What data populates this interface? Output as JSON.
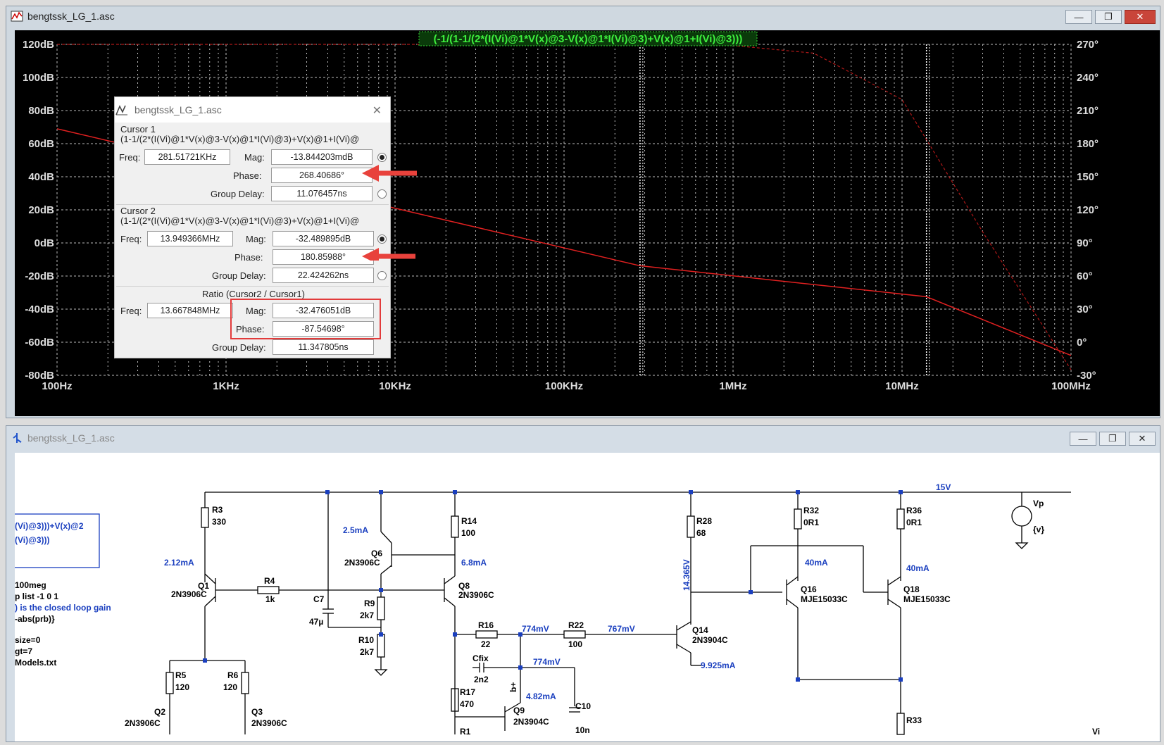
{
  "plot_window": {
    "title": "bengtssk_LG_1.asc",
    "expression": "(-1/(1-1/(2*(I(Vi)@1*V(x)@3-V(x)@1*I(Vi)@3)+V(x)@1+I(Vi)@3)))",
    "buttons": {
      "minimize": "—",
      "restore": "❐",
      "close": "✕"
    }
  },
  "chart_data": {
    "type": "line",
    "xscale": "log",
    "x_ticks": [
      "100Hz",
      "1KHz",
      "10KHz",
      "100KHz",
      "1MHz",
      "10MHz",
      "100MHz"
    ],
    "y_left_ticks": [
      "120dB",
      "100dB",
      "80dB",
      "60dB",
      "40dB",
      "20dB",
      "0dB",
      "-20dB",
      "-40dB",
      "-60dB",
      "-80dB"
    ],
    "y_right_ticks": [
      "270°",
      "240°",
      "210°",
      "180°",
      "150°",
      "120°",
      "90°",
      "60°",
      "30°",
      "0°",
      "-30°"
    ],
    "ylim_left": [
      -80,
      120
    ],
    "ylim_right": [
      -30,
      270
    ],
    "grid": true,
    "series": [
      {
        "kind": "magnitude",
        "color": "#e02020",
        "x": [
          100,
          281517,
          13949366,
          100000000
        ],
        "y": [
          69,
          -13.8,
          -32.5,
          -68
        ]
      },
      {
        "kind": "phase",
        "color": "#c02020",
        "x": [
          100,
          100000,
          1000000,
          3000000,
          10000000,
          30000000,
          100000000
        ],
        "y": [
          270,
          270,
          269,
          262,
          220,
          100,
          -25
        ]
      }
    ],
    "cursor_x": [
      281517,
      13949366
    ]
  },
  "dialog": {
    "title": "bengtssk_LG_1.asc",
    "close": "✕",
    "cursor1": {
      "header": "Cursor 1",
      "expr": "(1-1/(2*(I(Vi)@1*V(x)@3-V(x)@1*I(Vi)@3)+V(x)@1+I(Vi)@",
      "freq_label": "Freq:",
      "freq": "281.51721KHz",
      "mag_label": "Mag:",
      "mag": "-13.844203mdB",
      "phase_label": "Phase:",
      "phase": "268.40686°",
      "gd_label": "Group Delay:",
      "gd": "11.076457ns"
    },
    "cursor2": {
      "header": "Cursor 2",
      "expr": "(1-1/(2*(I(Vi)@1*V(x)@3-V(x)@1*I(Vi)@3)+V(x)@1+I(Vi)@",
      "freq_label": "Freq:",
      "freq": "13.949366MHz",
      "mag_label": "Mag:",
      "mag": "-32.489895dB",
      "phase_label": "Phase:",
      "phase": "180.85988°",
      "gd_label": "Group Delay:",
      "gd": "22.424262ns"
    },
    "ratio": {
      "header": "Ratio (Cursor2 / Cursor1)",
      "freq_label": "Freq:",
      "freq": "13.667848MHz",
      "mag_label": "Mag:",
      "mag": "-32.476051dB",
      "phase_label": "Phase:",
      "phase": "-87.54698°",
      "gd_label": "Group Delay:",
      "gd": "11.347805ns"
    }
  },
  "schematic_window": {
    "title": "bengtssk_LG_1.asc",
    "buttons": {
      "minimize": "—",
      "restore": "❐",
      "close": "✕"
    },
    "box_text": [
      "(Vi)@3)))+V(x)@2",
      "(Vi)@3)))"
    ],
    "directives": [
      "100meg",
      "p list -1 0 1",
      ") is the closed loop gain",
      "-abs(prb)}",
      "size=0",
      "gt=7",
      " Models.txt"
    ],
    "labels": {
      "r3": "R3",
      "r3v": "330",
      "r14": "R14",
      "r14v": "100",
      "r28": "R28",
      "r28v": "68",
      "r32": "R32",
      "r32v": "0R1",
      "r36": "R36",
      "r36v": "0R1",
      "vp": "Vp",
      "vpv": "{v}",
      "v15": "15V",
      "q1": "Q1",
      "q1m": "2N3906C",
      "q6": "Q6",
      "q6m": "2N3906C",
      "q8": "Q8",
      "q8m": "2N3906C",
      "r4": "R4",
      "r4v": "1k",
      "c7": "C7",
      "c7v": "47µ",
      "r9": "R9",
      "r9v": "2k7",
      "r10": "R10",
      "r10v": "2k7",
      "r16": "R16",
      "r16v": "22",
      "r22": "R22",
      "r22v": "100",
      "q14": "Q14",
      "q14m": "2N3904C",
      "q16": "Q16",
      "q16m": "MJE15033C",
      "q18": "Q18",
      "q18m": "MJE15033C",
      "r5": "R5",
      "r5v": "120",
      "r6": "R6",
      "r6v": "120",
      "q2": "Q2",
      "q2m": "2N3906C",
      "q3": "Q3",
      "q3m": "2N3906C",
      "cfix": "Cfix",
      "cfixv": "2n2",
      "r17": "R17",
      "r17v": "470",
      "q9": "Q9",
      "q9m": "2N3904C",
      "c10": "C10",
      "c10v": "10n",
      "r33": "R33",
      "r1": "R1",
      "bplus": "b+",
      "vi": "Vi"
    },
    "annotations": {
      "i_q1": "2.12mA",
      "i_q6": "2.5mA",
      "i_q8": "6.8mA",
      "v_774a": "774mV",
      "v_767": "767mV",
      "v_774b": "774mV",
      "i_q9": "4.82mA",
      "i_q14": "9.925mA",
      "v_q14c": "14.365V",
      "i_q16": "40mA",
      "i_q18": "40mA"
    }
  }
}
